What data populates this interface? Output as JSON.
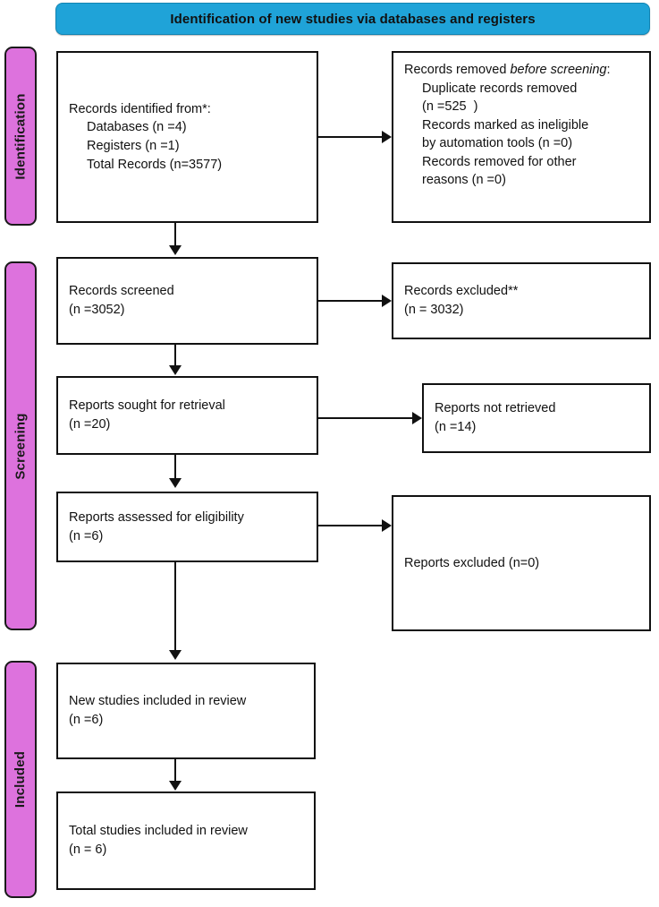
{
  "diagram": {
    "type": "prisma-flow-diagram",
    "banner": {
      "label": "Identification of new studies via databases and registers",
      "color": "#1fa3d8"
    },
    "stage_color": "#dd72dd",
    "stages": [
      {
        "id": "identification",
        "label": "Identification"
      },
      {
        "id": "screening",
        "label": "Screening"
      },
      {
        "id": "included",
        "label": "Included"
      }
    ],
    "boxes": {
      "records_identified": {
        "title": "Records identified from*:",
        "items": [
          "Databases (n =4)",
          "Registers (n =1)",
          "Total Records (n=3577)"
        ]
      },
      "records_removed": {
        "title_pre": "Records removed ",
        "title_em": "before screening",
        "title_post": ":",
        "items": [
          "Duplicate records removed",
          "(n =525  )",
          "Records marked as ineligible",
          "by automation tools (n =0)",
          "Records removed for other",
          "reasons (n =0)"
        ]
      },
      "records_screened": {
        "line1": "Records screened",
        "line2": "(n =3052)"
      },
      "records_excluded": {
        "line1": "Records excluded**",
        "line2": "(n = 3032)"
      },
      "reports_sought": {
        "line1": "Reports sought for retrieval",
        "line2": "(n =20)"
      },
      "reports_not_retrieved": {
        "line1": "Reports not retrieved",
        "line2": "(n =14)"
      },
      "reports_assessed": {
        "line1": "Reports assessed for eligibility",
        "line2": "(n =6)"
      },
      "reports_excluded": {
        "line1": "Reports excluded (n=0)"
      },
      "new_studies": {
        "line1": "New studies included in review",
        "line2": "(n =6)"
      },
      "total_studies": {
        "line1": "Total studies included in review",
        "line2": "(n = 6)"
      }
    },
    "counts": {
      "databases": 4,
      "registers": 1,
      "total_records_identified": 3577,
      "duplicates_removed": 525,
      "marked_ineligible_automation": 0,
      "removed_other_reasons": 0,
      "records_screened": 3052,
      "records_excluded": 3032,
      "reports_sought": 20,
      "reports_not_retrieved": 14,
      "reports_assessed": 6,
      "reports_excluded": 0,
      "new_studies_included": 6,
      "total_studies_included": 6
    }
  }
}
